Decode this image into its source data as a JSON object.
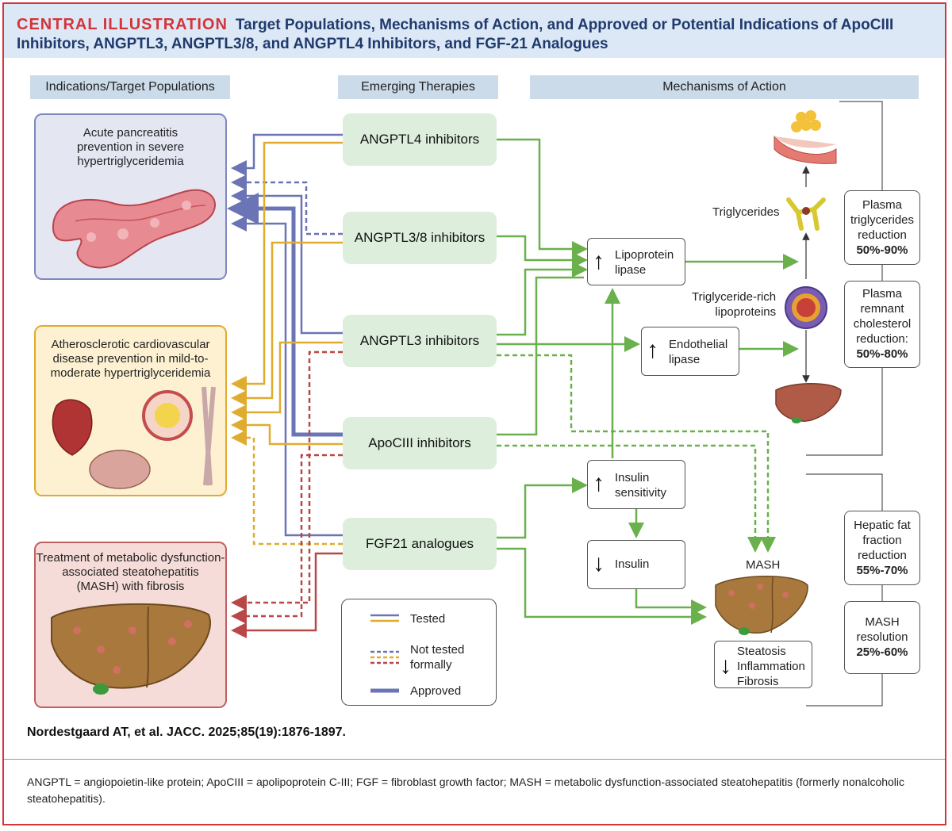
{
  "header": {
    "label": "CENTRAL ILLUSTRATION",
    "title": "Target Populations, Mechanisms of Action, and Approved or Potential Indications of ApoCIII Inhibitors, ANGPTL3, ANGPTL3/8, and ANGPTL4 Inhibitors, and FGF-21 Analogues"
  },
  "columns": {
    "indications": "Indications/Target Populations",
    "therapies": "Emerging Therapies",
    "mechanisms": "Mechanisms of Action"
  },
  "indications": {
    "pancreatitis": {
      "line1": "Acute pancreatitis",
      "line2": "prevention in severe",
      "line3": "hypertriglyceridemia"
    },
    "ascvd": {
      "line1": "Atherosclerotic cardiovascular",
      "line2": "disease prevention in mild-to-",
      "line3": "moderate hypertriglyceridemia"
    },
    "mash": {
      "line1": "Treatment of metabolic dysfunction-",
      "line2": "associated steatohepatitis",
      "line3": "(MASH) with fibrosis"
    }
  },
  "therapies": {
    "angptl4": "ANGPTL4 inhibitors",
    "angptl38": "ANGPTL3/8 inhibitors",
    "angptl3": "ANGPTL3 inhibitors",
    "apociii": "ApoCIII inhibitors",
    "fgf21": "FGF21 analogues"
  },
  "mechanisms": {
    "lpl": {
      "line1": "Lipoprotein",
      "line2": "lipase"
    },
    "el": {
      "line1": "Endothelial",
      "line2": "lipase"
    },
    "insulin_sens": {
      "line1": "Insulin",
      "line2": "sensitivity"
    },
    "insulin": "Insulin",
    "triglycerides": "Triglycerides",
    "trl": {
      "line1": "Triglyceride-rich",
      "line2": "lipoproteins"
    },
    "mash_label": "MASH",
    "mash_out": {
      "line1": "Steatosis",
      "line2": "Inflammation",
      "line3": "Fibrosis"
    }
  },
  "results": {
    "tg": {
      "line1": "Plasma",
      "line2": "triglycerides",
      "line3": "reduction",
      "value": "50%-90%"
    },
    "remnant": {
      "line1": "Plasma",
      "line2": "remnant",
      "line3": "cholesterol",
      "line4": "reduction:",
      "value": "50%-80%"
    },
    "hff": {
      "line1": "Hepatic fat",
      "line2": "fraction",
      "line3": "reduction",
      "value": "55%-70%"
    },
    "mash": {
      "line1": "MASH",
      "line2": "resolution",
      "value": "25%-60%"
    }
  },
  "legend": {
    "tested": "Tested",
    "not_tested_1": "Not tested",
    "not_tested_2": "formally",
    "approved": "Approved"
  },
  "citation": "Nordestgaard AT, et al. JACC. 2025;85(19):1876-1897.",
  "footnote": "ANGPTL = angiopoietin-like protein; ApoCIII = apolipoprotein C-III; FGF = fibroblast growth factor; MASH = metabolic dysfunction-associated steatohepatitis (formerly nonalcoholic steatohepatitis).",
  "colors": {
    "accent_red": "#d4343a",
    "header_blue": "#1f3a6d",
    "blue_line": "#6b74b4",
    "yellow_line": "#e0ac30",
    "red_line": "#b84848",
    "green_line": "#6ab04c"
  }
}
